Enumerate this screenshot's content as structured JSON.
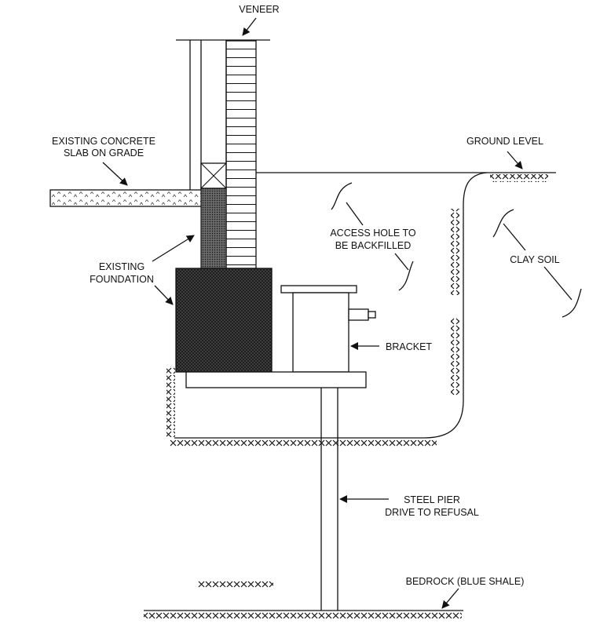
{
  "labels": {
    "veneer": "VENEER",
    "slab_line1": "EXISTING CONCRETE",
    "slab_line2": "SLAB ON GRADE",
    "ground_level": "GROUND LEVEL",
    "access_line1": "ACCESS HOLE TO",
    "access_line2": "BE BACKFILLED",
    "clay_soil": "CLAY SOIL",
    "foundation_line1": "EXISTING",
    "foundation_line2": "FOUNDATION",
    "bracket": "BRACKET",
    "pier_line1": "STEEL PIER",
    "pier_line2": "DRIVE TO REFUSAL",
    "bedrock": "BEDROCK (BLUE SHALE)"
  },
  "colors": {
    "line": "#111111",
    "foundation_fill": "#4a4a4a",
    "background": "#ffffff"
  }
}
